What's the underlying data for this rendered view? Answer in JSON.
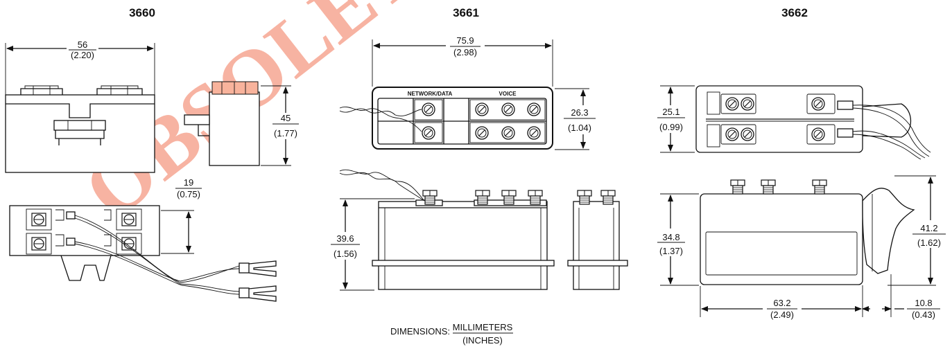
{
  "watermark": "OBSOLETE",
  "products": [
    {
      "model": "3660"
    },
    {
      "model": "3661"
    },
    {
      "model": "3662"
    }
  ],
  "dimensions": {
    "d3660_width_mm": "56",
    "d3660_width_in": "(2.20)",
    "d3660_height_mm": "45",
    "d3660_height_in": "(1.77)",
    "d3660_pitch_mm": "19",
    "d3660_pitch_in": "(0.75)",
    "d3661_width_mm": "75.9",
    "d3661_width_in": "(2.98)",
    "d3661_depth_mm": "26.3",
    "d3661_depth_in": "(1.04)",
    "d3661_height_mm": "39.6",
    "d3661_height_in": "(1.56)",
    "d3662_depth_mm": "25.1",
    "d3662_depth_in": "(0.99)",
    "d3662_height_mm": "34.8",
    "d3662_height_in": "(1.37)",
    "d3662_total_height_mm": "41.2",
    "d3662_total_height_in": "(1.62)",
    "d3662_width_mm": "63.2",
    "d3662_width_in": "(2.49)",
    "d3662_cover_mm": "10.8",
    "d3662_cover_in": "(0.43)"
  },
  "labels": {
    "network_data": "NETWORK/DATA",
    "voice": "VOICE"
  },
  "legend": {
    "prefix": "DIMENSIONS:",
    "unit_top": "MILLIMETERS",
    "unit_bottom": "(INCHES)"
  }
}
